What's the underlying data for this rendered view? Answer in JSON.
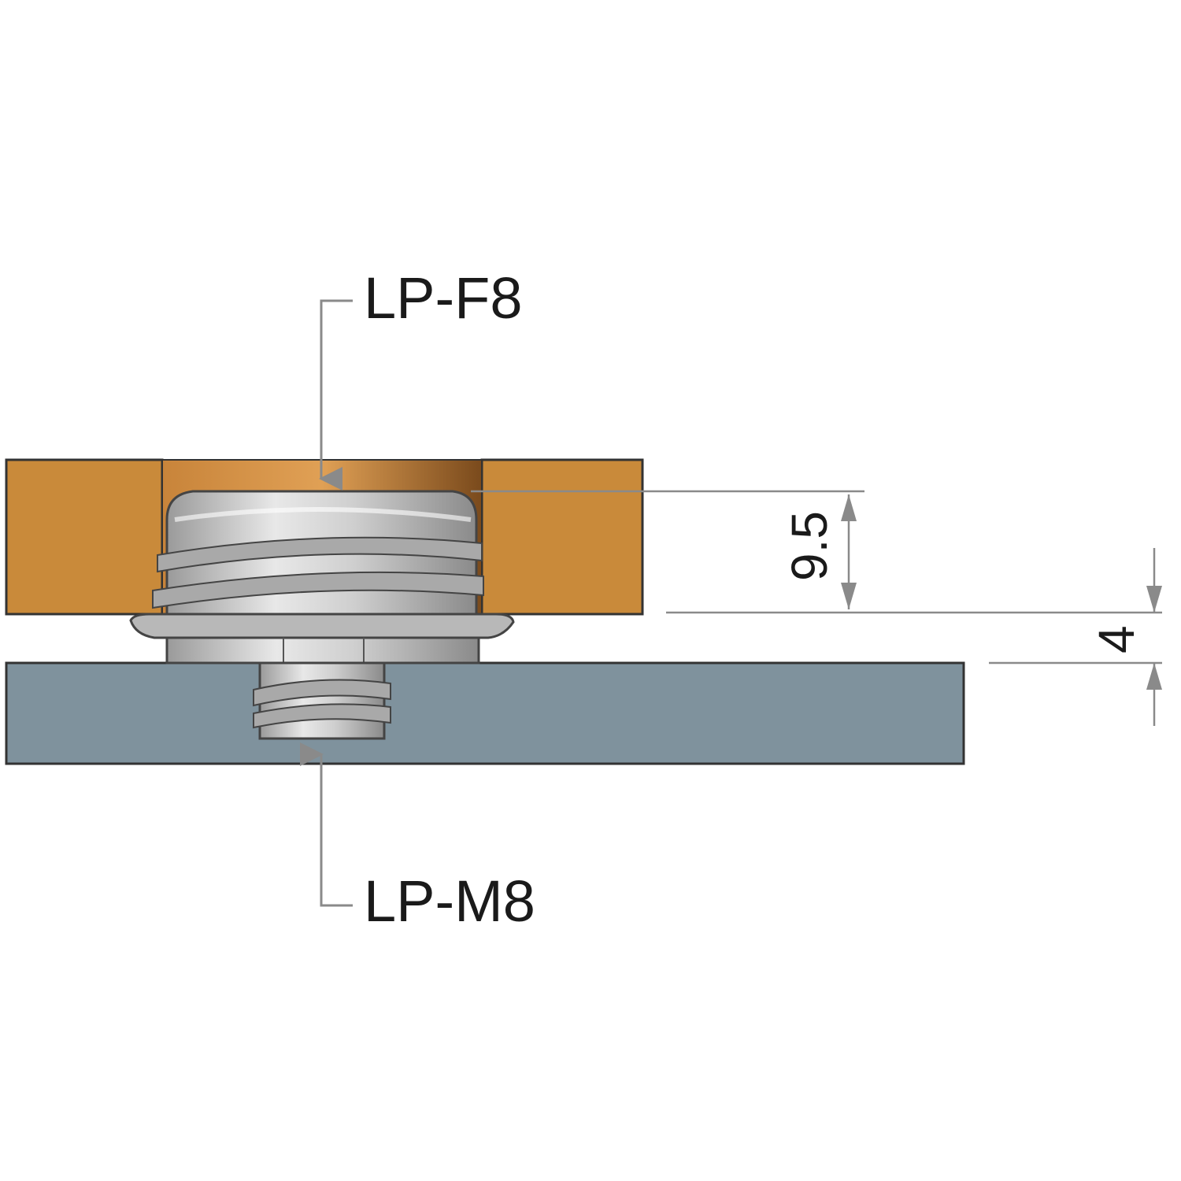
{
  "callouts": {
    "top_label": "LP-F8",
    "bottom_label": "LP-M8"
  },
  "dimensions": {
    "height_label": "9.5",
    "gap_label": "4"
  },
  "colors": {
    "wood": "#c98a3a",
    "wood_dark": "#a86e2c",
    "plate": "#7f929d",
    "plate_dark": "#5f7079",
    "metal_light": "#e4e4e4",
    "metal_mid": "#bdbdbd",
    "metal_dark": "#8c8c8c",
    "outline": "#333333",
    "leader": "#8a8a8a"
  }
}
